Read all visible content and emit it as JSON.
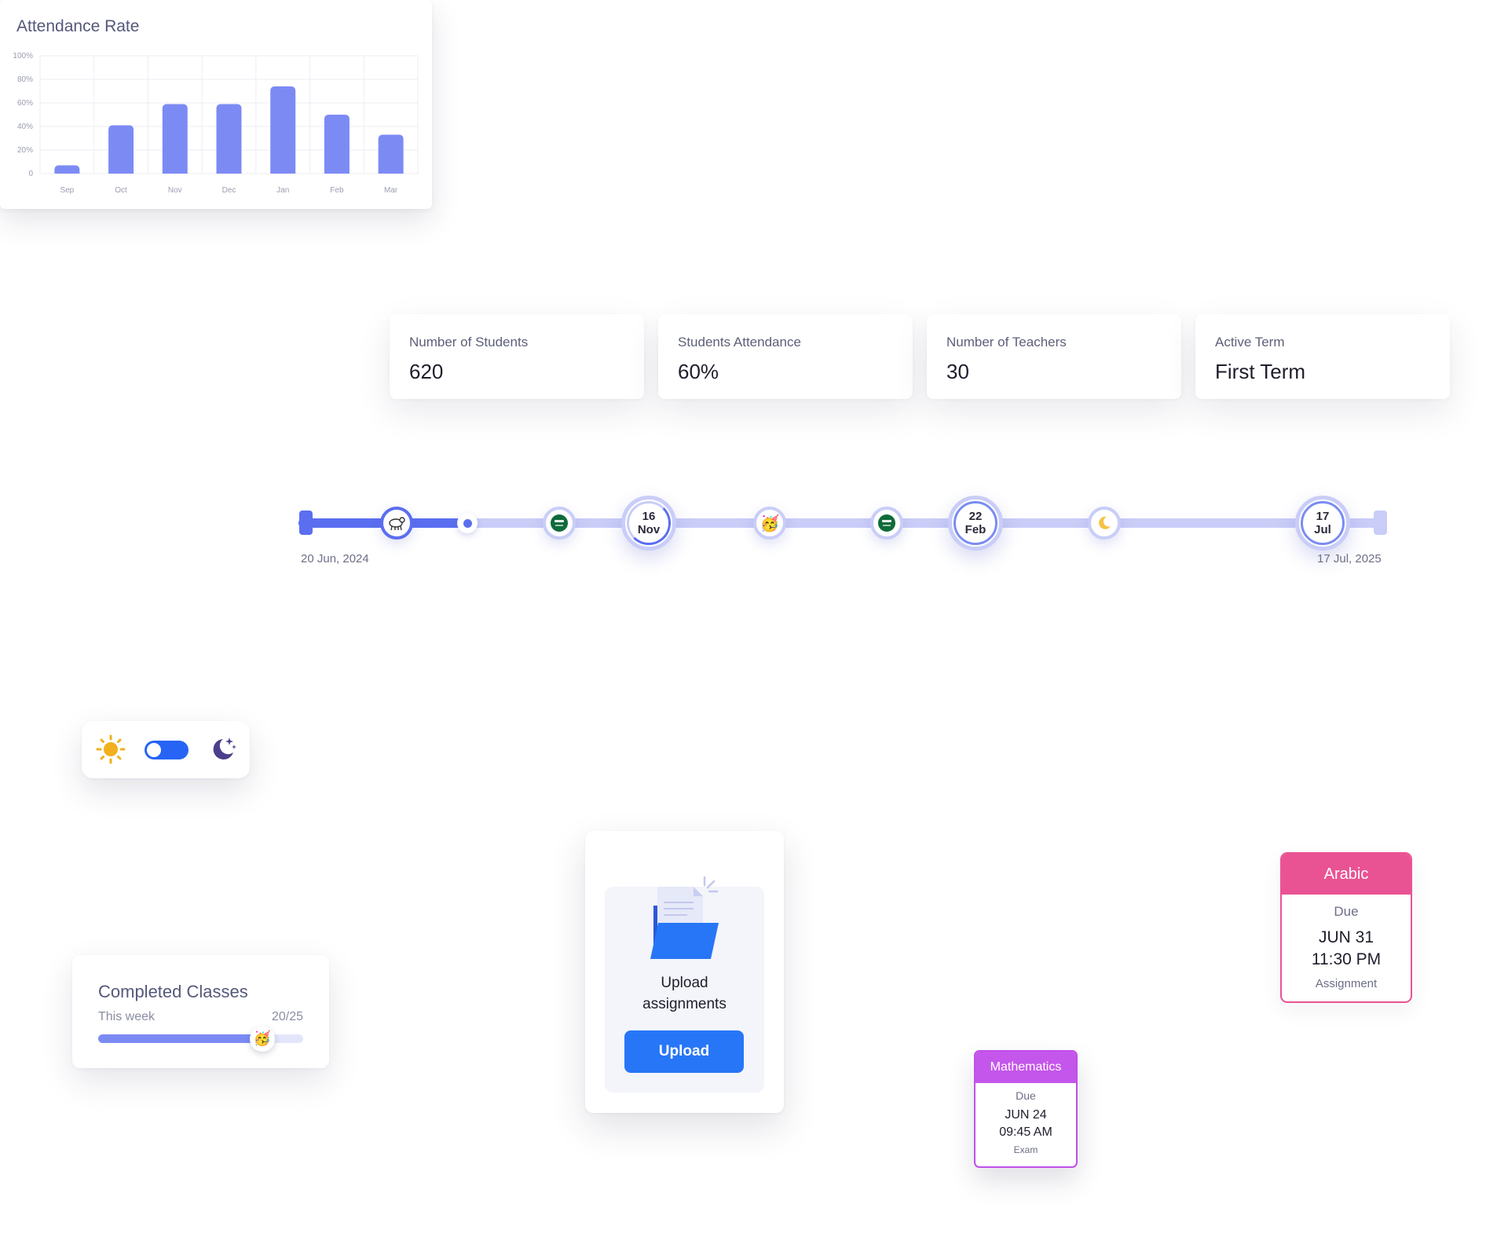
{
  "attendance": {
    "title": "Attendance Rate",
    "bar_color": "#7c8bf4"
  },
  "chart_data": {
    "type": "bar",
    "title": "Attendance Rate",
    "xlabel": "",
    "ylabel": "",
    "categories": [
      "Sep",
      "Oct",
      "Nov",
      "Dec",
      "Jan",
      "Feb",
      "Mar"
    ],
    "values": [
      7,
      41,
      59,
      59,
      74,
      50,
      33
    ],
    "ylim": [
      0,
      100
    ],
    "yticks": [
      "0",
      "20%",
      "40%",
      "60%",
      "80%",
      "100%"
    ],
    "grid": true
  },
  "stats": [
    {
      "label": "Number of Students",
      "value": "620"
    },
    {
      "label": "Students Attendance",
      "value": "60%"
    },
    {
      "label": "Number of Teachers",
      "value": "30"
    },
    {
      "label": "Active Term",
      "value": "First Term"
    }
  ],
  "timeline": {
    "start_label": "20 Jun, 2024",
    "end_label": "17 Jul, 2025",
    "progress_fraction": 0.16,
    "events": [
      {
        "icon": "sheep-icon"
      },
      {
        "icon": "saudi-flag-icon"
      },
      {
        "day": "16",
        "month": "Nov"
      },
      {
        "icon": "party-face-icon"
      },
      {
        "icon": "saudi-flag-icon"
      },
      {
        "day": "22",
        "month": "Feb"
      },
      {
        "icon": "crescent-moon-icon"
      },
      {
        "day": "17",
        "month": "Jul"
      }
    ]
  },
  "theme_toggle": {
    "light_icon": "sun-icon",
    "dark_icon": "moon-stars-icon",
    "is_dark": false,
    "accent": "#2764f6"
  },
  "upload": {
    "title_line1": "Upload",
    "title_line2": "assignments",
    "button_label": "Upload",
    "button_color": "#2776f7"
  },
  "completed_classes": {
    "title": "Completed Classes",
    "period": "This week",
    "count_label": "20/25",
    "progress_fraction": 0.8
  },
  "due_cards": {
    "arabic": {
      "subject": "Arabic",
      "due_label": "Due",
      "date": "JUN 31",
      "time": "11:30 PM",
      "type": "Assignment",
      "color": "#ea5393"
    },
    "math": {
      "subject": "Mathematics",
      "due_label": "Due",
      "date": "JUN 24",
      "time": "09:45 AM",
      "type": "Exam",
      "color": "#c456eb"
    }
  }
}
